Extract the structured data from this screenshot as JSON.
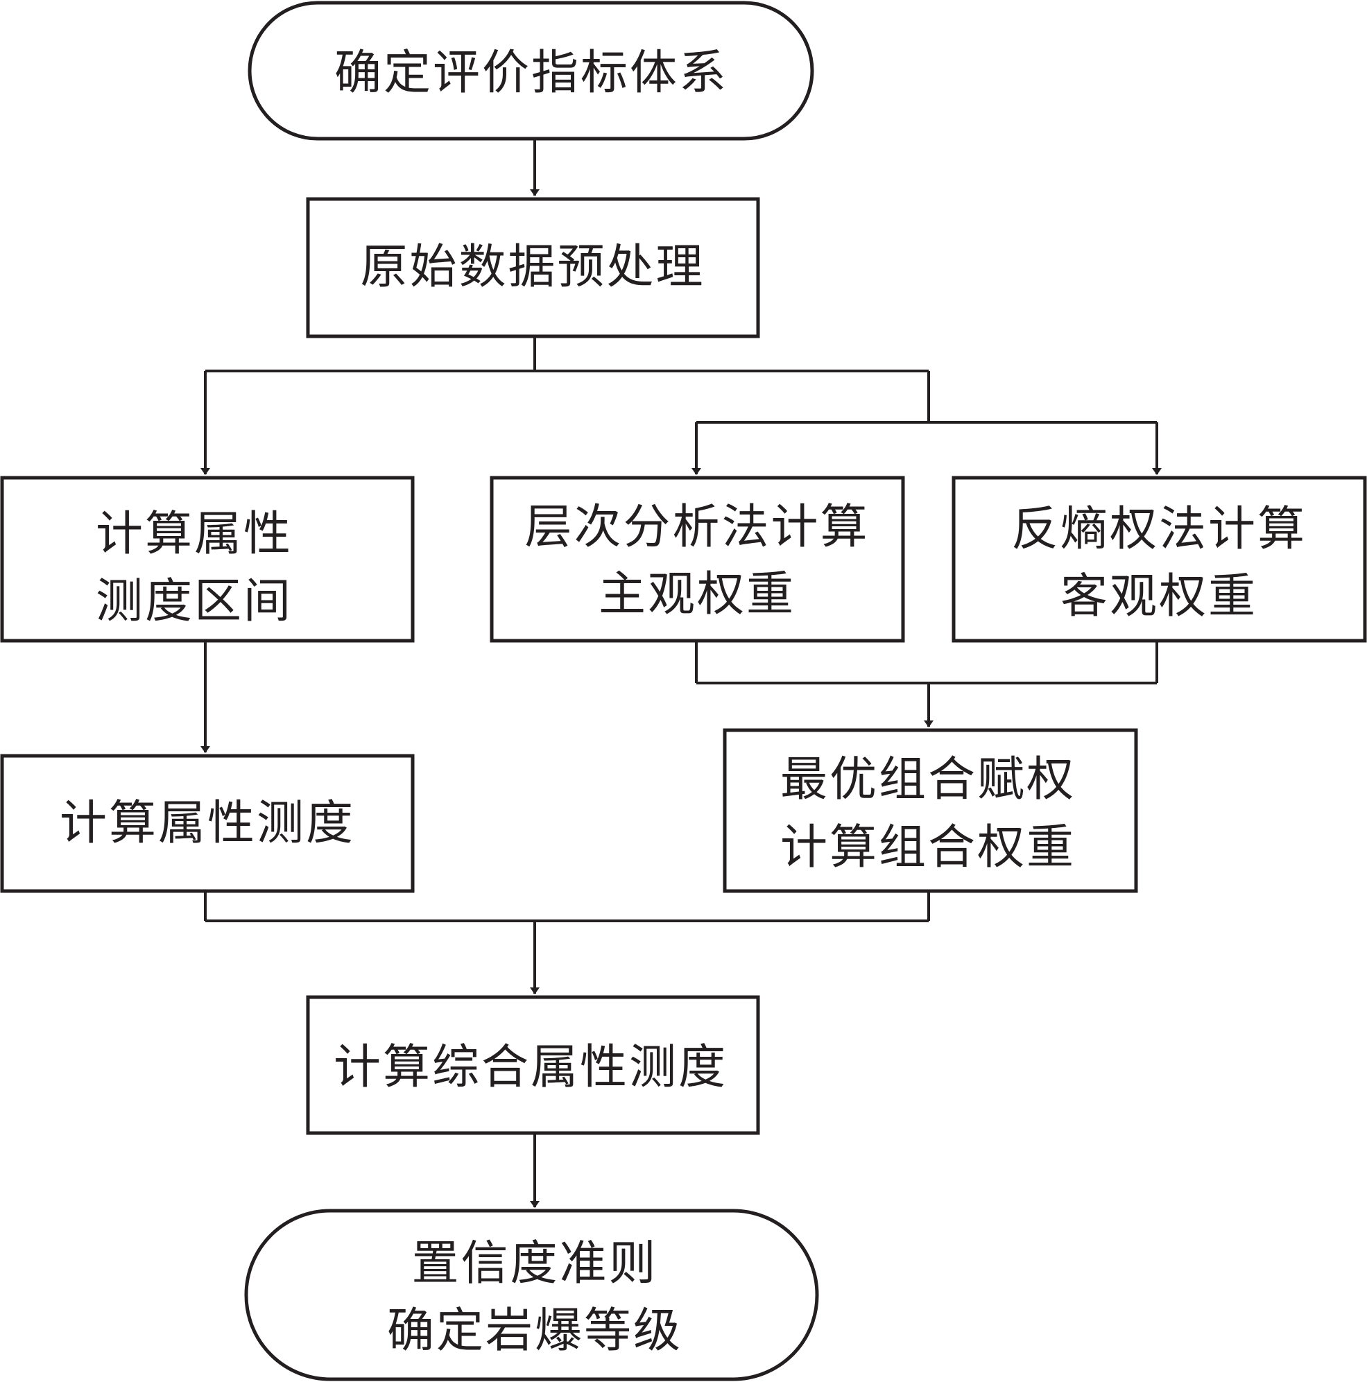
{
  "colors": {
    "line": "#231f20",
    "text": "#231f20",
    "background": "#ffffff"
  },
  "nodes": {
    "start": {
      "lines": [
        "确定评价指标体系"
      ]
    },
    "preprocess": {
      "lines": [
        "原始数据预处理"
      ]
    },
    "interval": {
      "lines": [
        "计算属性",
        "测度区间"
      ]
    },
    "ahp": {
      "lines": [
        "层次分析法计算",
        "主观权重"
      ]
    },
    "entropy": {
      "lines": [
        "反熵权法计算",
        "客观权重"
      ]
    },
    "measure": {
      "lines": [
        "计算属性测度"
      ]
    },
    "combine": {
      "lines": [
        "最优组合赋权",
        "计算组合权重"
      ]
    },
    "comprehensive": {
      "lines": [
        "计算综合属性测度"
      ]
    },
    "end": {
      "lines": [
        "置信度准则",
        "确定岩爆等级"
      ]
    }
  }
}
